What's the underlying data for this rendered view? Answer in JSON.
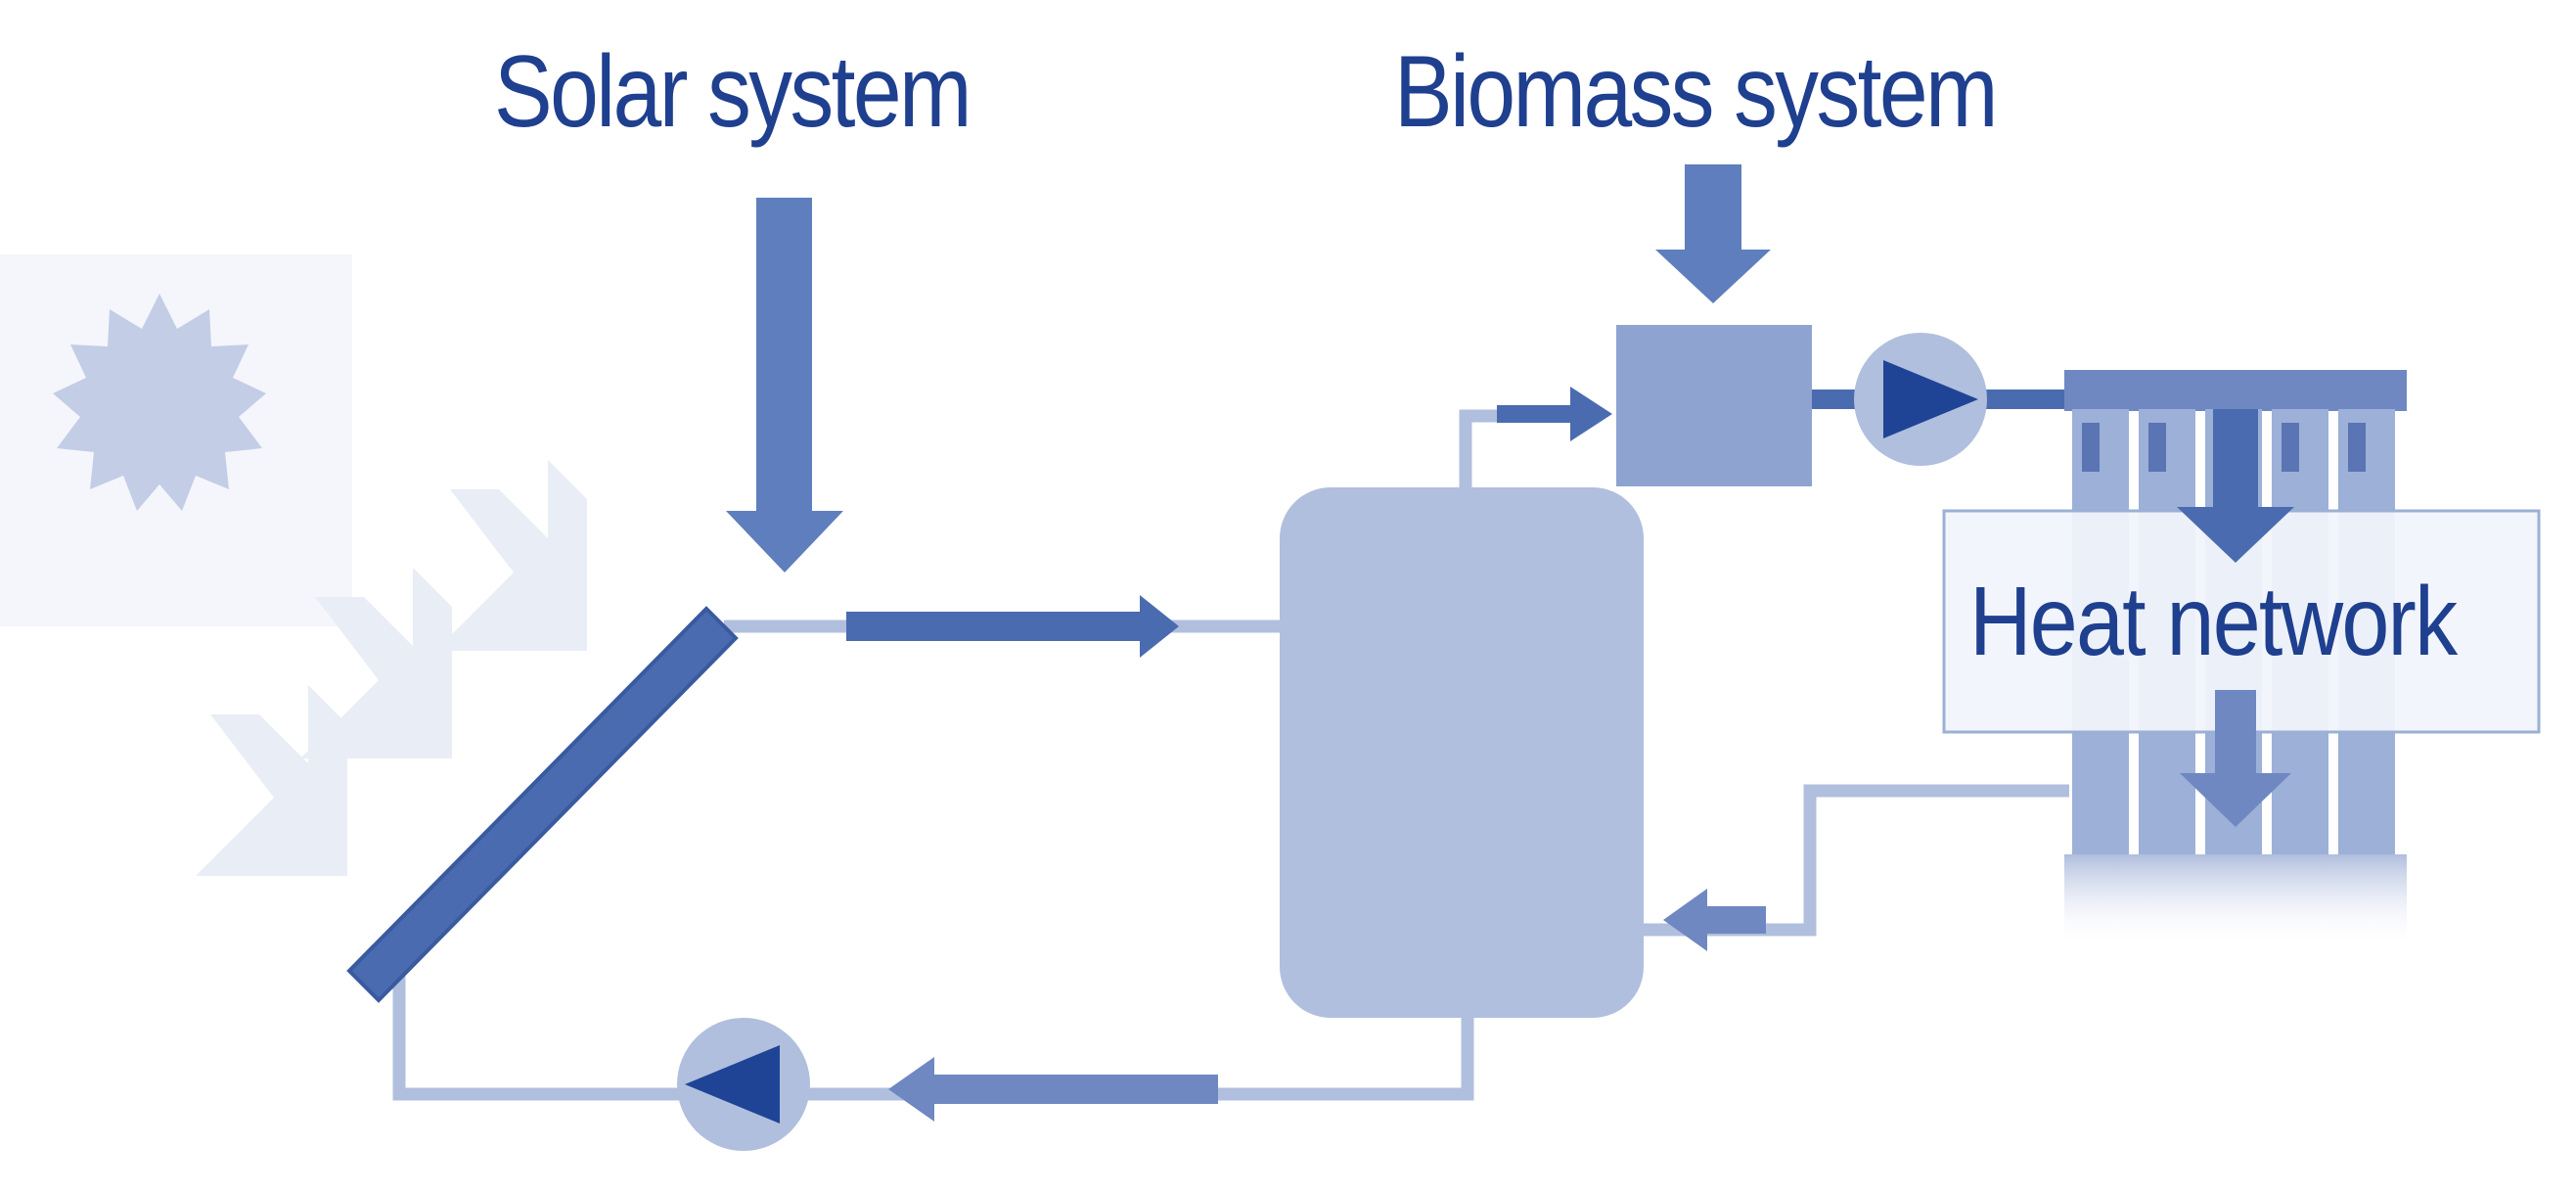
{
  "labels": {
    "solar_system": "Solar system",
    "biomass_system": "Biomass system",
    "heat_network": "Heat network"
  },
  "colors": {
    "title_text": "#1f3f8f",
    "dark_blue": "#4b6bb0",
    "mid_blue": "#6f88c1",
    "light_blue": "#b0bfdd",
    "pale_blue": "#c9d3e9",
    "very_pale_blue": "#e6ebf5",
    "pump_triangle": "#1f4496"
  },
  "icons": [
    "sun-icon",
    "sun-rays-icon",
    "solar-collector-icon",
    "storage-tank-icon",
    "boiler-icon",
    "pump-icon",
    "radiator-icon",
    "flow-arrow-icon"
  ]
}
